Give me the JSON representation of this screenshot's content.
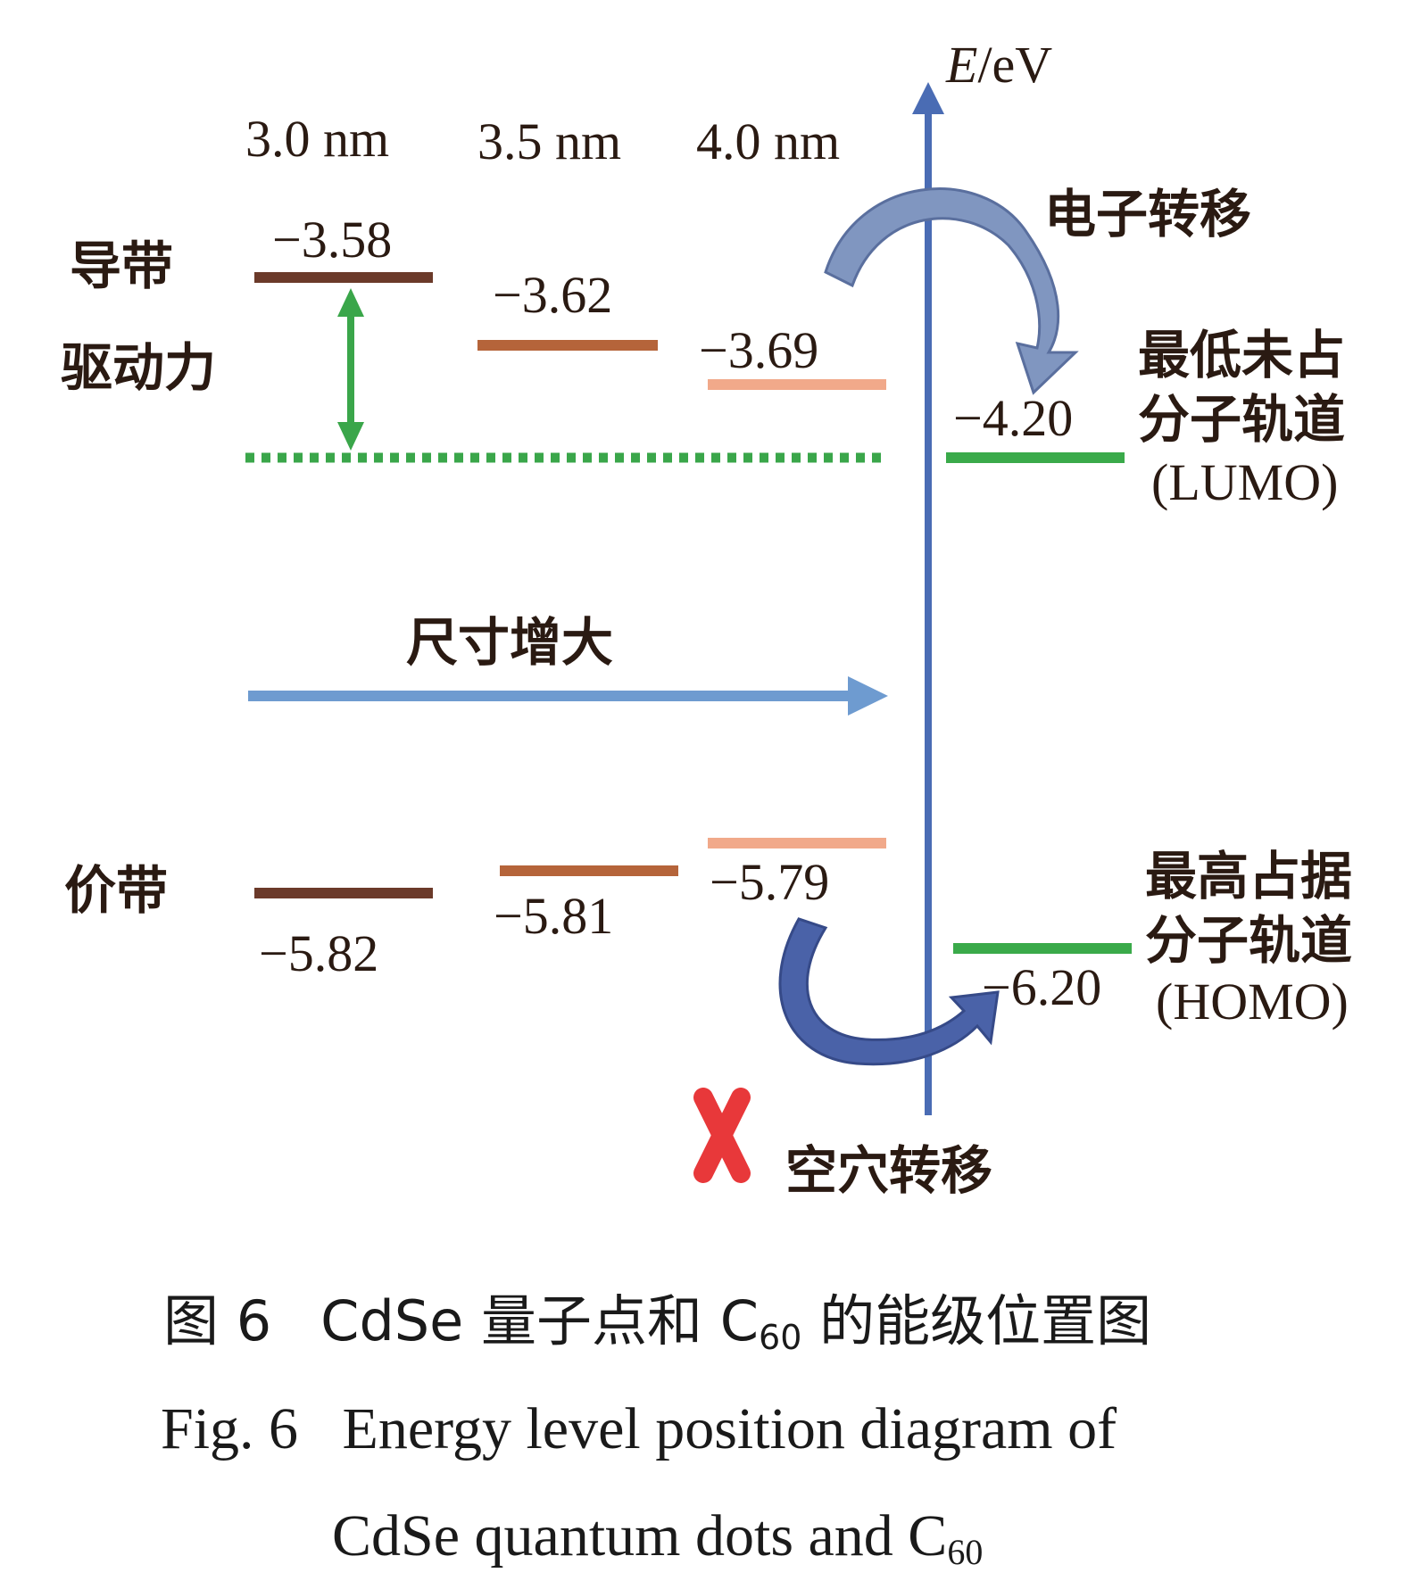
{
  "axis": {
    "label_italic": "E",
    "label_unit": "/eV",
    "color": "#4a6cb4"
  },
  "sizes": [
    "3.0 nm",
    "3.5 nm",
    "4.0 nm"
  ],
  "labels": {
    "conduction_band": "导带",
    "driving_force": "驱动力",
    "valence_band": "价带",
    "size_increase": "尺寸增大",
    "electron_transfer": "电子转移",
    "hole_transfer": "空穴转移"
  },
  "cdse_levels": {
    "conduction": [
      {
        "size": "3.0 nm",
        "value": "−3.58",
        "color": "#6b3a2a"
      },
      {
        "size": "3.5 nm",
        "value": "−3.62",
        "color": "#b5643a"
      },
      {
        "size": "4.0 nm",
        "value": "−3.69",
        "color": "#f1a98a"
      }
    ],
    "valence": [
      {
        "size": "3.0 nm",
        "value": "−5.82",
        "color": "#6b3a2a"
      },
      {
        "size": "3.5 nm",
        "value": "−5.81",
        "color": "#b5643a"
      },
      {
        "size": "4.0 nm",
        "value": "−5.79",
        "color": "#f1a98a"
      }
    ]
  },
  "c60_levels": {
    "lumo": {
      "value": "−4.20",
      "line1": "最低未占",
      "line2": "分子轨道",
      "line3": "(LUMO)",
      "color": "#3aaa4a"
    },
    "homo": {
      "value": "−6.20",
      "line1": "最高占据",
      "line2": "分子轨道",
      "line3": "(HOMO)",
      "color": "#3aaa4a"
    }
  },
  "colors": {
    "driving_force_arrow": "#3aa64a",
    "size_arrow": "#6e9bd0",
    "electron_arrow": "#8096c0",
    "hole_arrow": "#4a62a8",
    "cross": "#e8383a"
  },
  "caption": {
    "zh_prefix": "图 6",
    "zh_text_a": "CdSe 量子点和 C",
    "zh_sub": "60",
    "zh_text_b": " 的能级位置图",
    "en_line1": "Fig. 6   Energy level position diagram of",
    "en_line2_a": "CdSe quantum dots and C",
    "en_line2_sub": "60"
  }
}
